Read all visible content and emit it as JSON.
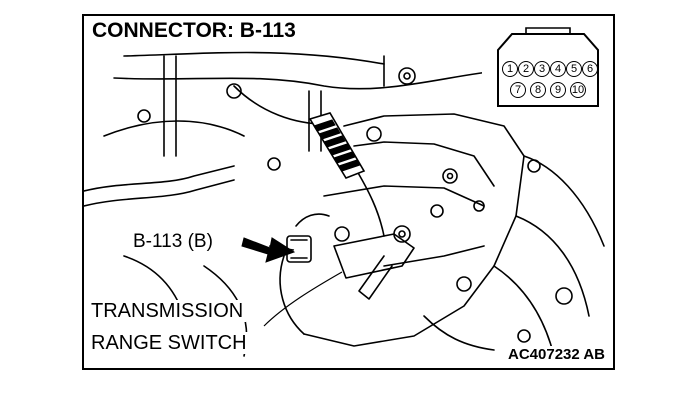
{
  "diagram": {
    "title": "CONNECTOR: B-113",
    "callout_label": "B-113 (B)",
    "component_label_line1": "TRANSMISSION",
    "component_label_line2": "RANGE SWITCH",
    "figure_code": "AC407232 AB"
  },
  "connector": {
    "pins_top_row": [
      "1",
      "2",
      "3",
      "4",
      "5",
      "6"
    ],
    "pins_bottom_row": [
      "7",
      "8",
      "9",
      "10"
    ]
  }
}
